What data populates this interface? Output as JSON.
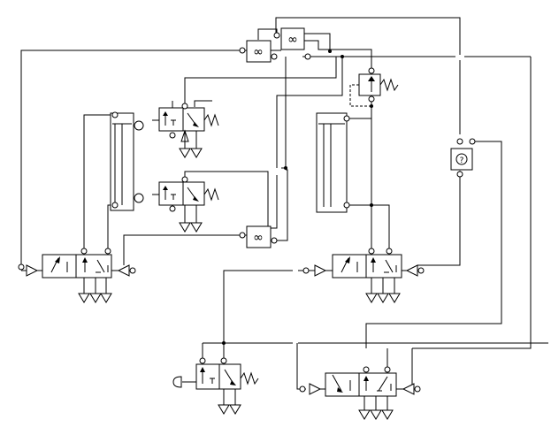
{
  "diagram": {
    "kind": "pneumatic-circuit",
    "colors": {
      "line": "#000000",
      "background": "#ffffff"
    },
    "symbols": {
      "directional_valves": [
        "valve-5-2-left-pilot",
        "valve-5-2-right-pilot",
        "valve-5-2-bottom-pilot",
        "valve-3-2-roller-upper",
        "valve-3-2-roller-lower",
        "valve-3-2-pushbutton",
        "valve-3-2-pressure-pilot"
      ],
      "logic_elements": [
        "and-gate-top-left",
        "and-gate-top-right",
        "and-gate-middle",
        "pressure-switch-right"
      ],
      "actuators": [
        "cylinder-left",
        "cylinder-right"
      ],
      "icons": [
        "exhaust-triangle-icon",
        "pilot-arrow-icon",
        "spring-icon",
        "roller-icon",
        "pushbutton-icon",
        "junction-dot-icon",
        "port-circle-icon"
      ]
    }
  }
}
